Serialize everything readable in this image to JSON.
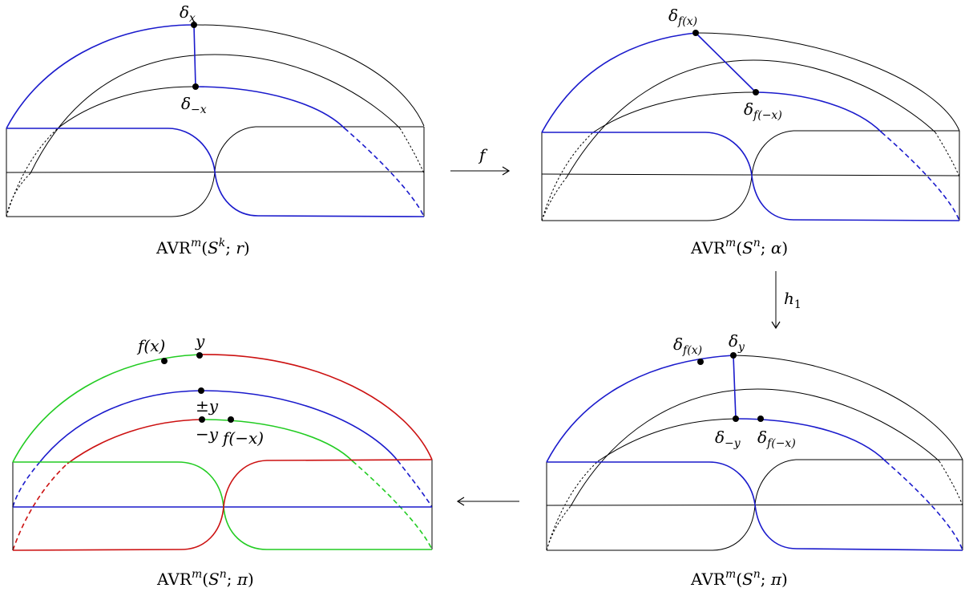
{
  "colors": {
    "blue": "#1a1acc",
    "red": "#cc1111",
    "green": "#22cc22",
    "black": "#000000"
  },
  "panels": {
    "top_left": {
      "caption": {
        "prefix": "AVR",
        "sup": "m",
        "args_open": "(",
        "space": "S",
        "space_sup": "k",
        "param": "r",
        "args_close": ")"
      },
      "labels": {
        "point_top": "δ",
        "point_top_sub": "x",
        "point_bottom": "δ",
        "point_bottom_sub": "−x"
      }
    },
    "top_right": {
      "caption": {
        "prefix": "AVR",
        "sup": "m",
        "args_open": "(",
        "space": "S",
        "space_sup": "n",
        "param": "α",
        "args_close": ")"
      },
      "labels": {
        "point_top": "δ",
        "point_top_sub": "f(x)",
        "point_bottom": "δ",
        "point_bottom_sub": "f(−x)"
      }
    },
    "bottom_right": {
      "caption": {
        "prefix": "AVR",
        "sup": "m",
        "args_open": "(",
        "space": "S",
        "space_sup": "n",
        "param": "π",
        "args_close": ")"
      },
      "labels": {
        "p1": "δ",
        "p1_sub": "f(x)",
        "p2": "δ",
        "p2_sub": "y",
        "p3": "δ",
        "p3_sub": "−y",
        "p4": "δ",
        "p4_sub": "f(−x)"
      }
    },
    "bottom_left": {
      "caption": {
        "prefix": "AVR",
        "sup": "m",
        "args_open": "(",
        "space": "S",
        "space_sup": "n",
        "param": "π",
        "args_close": ")"
      },
      "labels": {
        "fx": "f(x)",
        "y": "y",
        "pm_y": "±y",
        "neg_y": "−y",
        "f_neg_x": "f(−x)"
      }
    }
  },
  "arrows": {
    "f": "f",
    "h1": "h",
    "h1_sub": "1"
  }
}
